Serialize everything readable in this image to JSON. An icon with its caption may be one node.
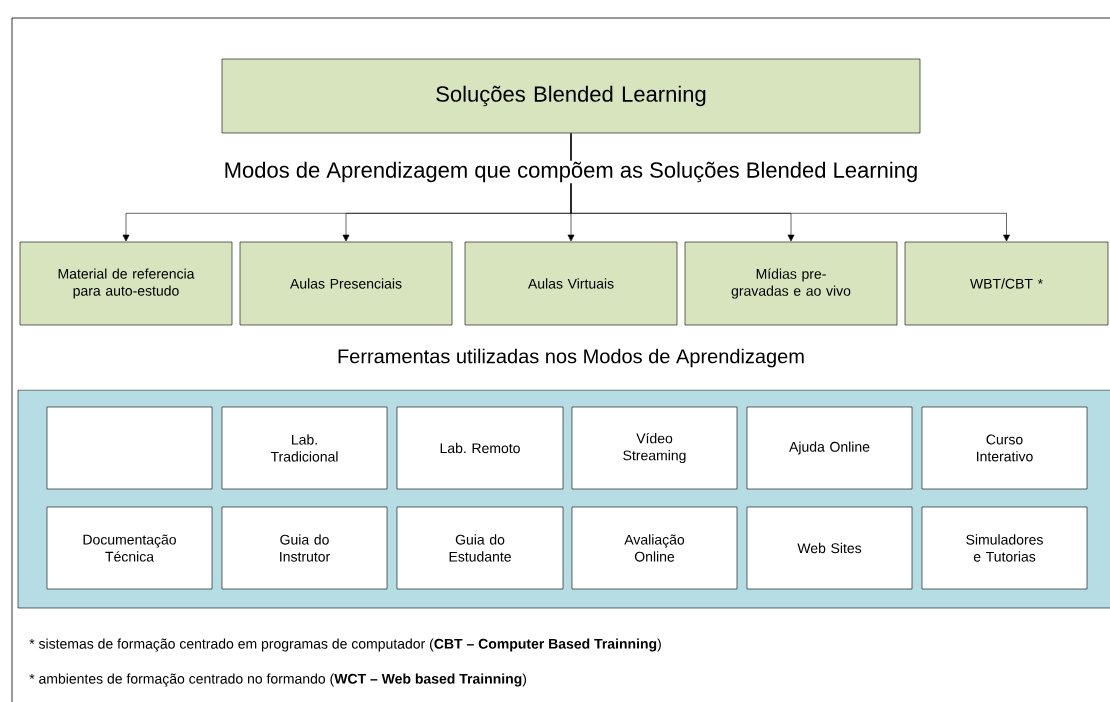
{
  "diagram": {
    "nodes": [
      {
        "text": [
          "Soluções Blended Learning"
        ]
      },
      {
        "text": [
          "Material de referencia para auto-estudo"
        ]
      },
      {
        "text": [
          "Aulas Presenciais"
        ]
      },
      {
        "text": [
          "Aulas Virtuais"
        ]
      },
      {
        "text": [
          "Mídias pre-gravadas e ao vivo"
        ]
      },
      {
        "text": [
          "WBT/CBT *"
        ]
      },
      {
        "text": [],
        "shape": "box"
      },
      {
        "text": [],
        "shape": "box",
        "in": 6
      },
      {
        "text": [
          "Lab. Tradicional"
        ],
        "in": 6
      },
      {
        "text": [
          "Lab. Remoto"
        ],
        "in": 6
      },
      {
        "text": [
          "Vídeo Streaming"
        ],
        "in": 6
      },
      {
        "text": [
          "Ajuda Online"
        ],
        "in": 6
      },
      {
        "text": [
          "Curso Interativo"
        ],
        "in": 6
      },
      {
        "text": [
          "Documentação Técnica"
        ],
        "in": 6
      },
      {
        "text": [
          "Guia do Instrutor"
        ],
        "in": 6
      },
      {
        "text": [
          "Guia do Estudante"
        ],
        "in": 6
      },
      {
        "text": [
          "Avaliação Online"
        ],
        "in": 6
      },
      {
        "text": [
          "Web Sites"
        ],
        "in": 6
      },
      {
        "text": [
          "Simuladores e Tutorias"
        ],
        "in": 6
      }
    ],
    "edges": [
      {
        "from": 0,
        "to": 1,
        "arrow": "to"
      },
      {
        "from": 0,
        "to": 2,
        "arrow": "to"
      },
      {
        "from": 0,
        "to": 3,
        "arrow": "to"
      },
      {
        "from": 0,
        "to": 4,
        "arrow": "to"
      },
      {
        "from": 0,
        "to": 5,
        "arrow": "to"
      }
    ],
    "labels": [
      "Modos de Aprendizagem que compõem as Soluções Blended Learning",
      "Ferramentas utilizadas nos Modos de Aprendizagem",
      "* sistemas de formação centrado em programas de computador (**CBT – Computer Based Trainning**)",
      "* ambientes de formação centrado no formando (**WCT – Web based Trainning**)"
    ]
  }
}
